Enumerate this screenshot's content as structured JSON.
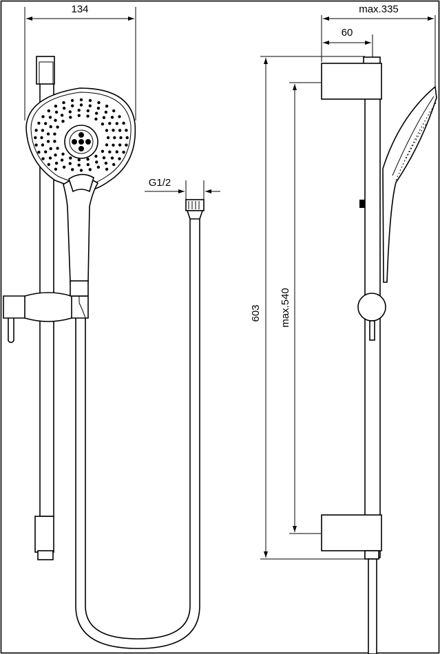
{
  "dimensions": {
    "handshower_width": "134",
    "max_projection": "max.335",
    "bracket_depth": "60",
    "thread_size": "G1/2",
    "rail_length": "603",
    "max_slider_travel": "max.540"
  },
  "colors": {
    "line": "#000000",
    "background": "#ffffff"
  }
}
